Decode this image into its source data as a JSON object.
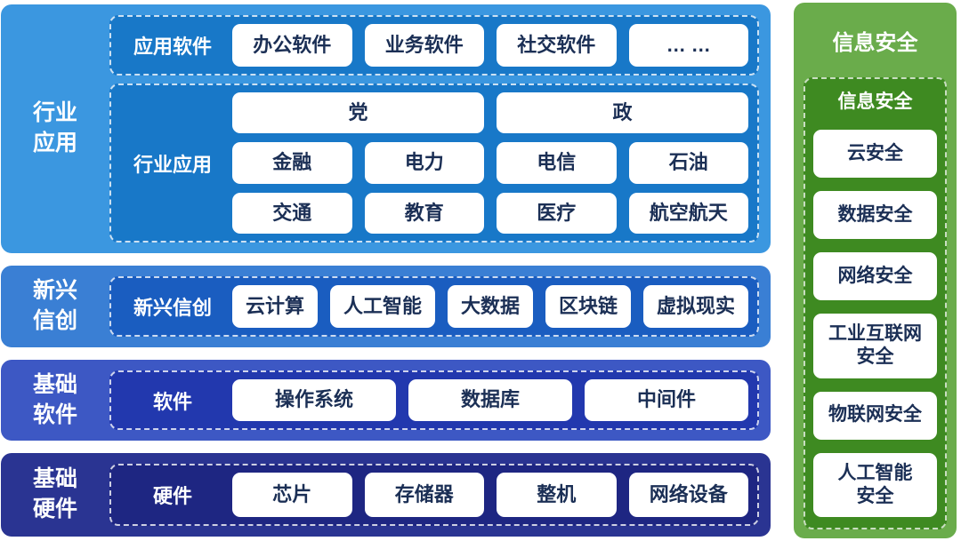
{
  "colors": {
    "s1-outer": "#3b97e0",
    "s1-inner": "#1878c8",
    "s2-outer": "#3a7fd4",
    "s2-inner": "#1a5dc0",
    "s3-outer": "#3d58c4",
    "s3-inner": "#2238ae",
    "s4-outer": "#2a3492",
    "s4-inner": "#1e2682",
    "g-outer": "#6aac4b",
    "g-inner": "#3e8a21",
    "box-text": "#1b2f55"
  },
  "sections": [
    {
      "label": "行业\n应用",
      "panels": [
        {
          "label": "应用软件",
          "items": [
            "办公软件",
            "业务软件",
            "社交软件",
            "… …"
          ]
        },
        {
          "label": "行业应用",
          "rows": [
            [
              "党",
              "政"
            ],
            [
              "金融",
              "电力",
              "电信",
              "石油"
            ],
            [
              "交通",
              "教育",
              "医疗",
              "航空航天"
            ]
          ]
        }
      ]
    },
    {
      "label": "新兴\n信创",
      "panels": [
        {
          "label": "新兴信创",
          "items": [
            "云计算",
            "人工智能",
            "大数据",
            "区块链",
            "虚拟现实"
          ]
        }
      ]
    },
    {
      "label": "基础\n软件",
      "panels": [
        {
          "label": "软件",
          "items": [
            "操作系统",
            "数据库",
            "中间件"
          ]
        }
      ]
    },
    {
      "label": "基础\n硬件",
      "panels": [
        {
          "label": "硬件",
          "items": [
            "芯片",
            "存储器",
            "整机",
            "网络设备"
          ]
        }
      ]
    }
  ],
  "security": {
    "title": "信息安全",
    "panel_header": "信息安全",
    "items": [
      "云安全",
      "数据安全",
      "网络安全",
      "工业互联网\n安全",
      "物联网安全",
      "人工智能\n安全"
    ]
  }
}
